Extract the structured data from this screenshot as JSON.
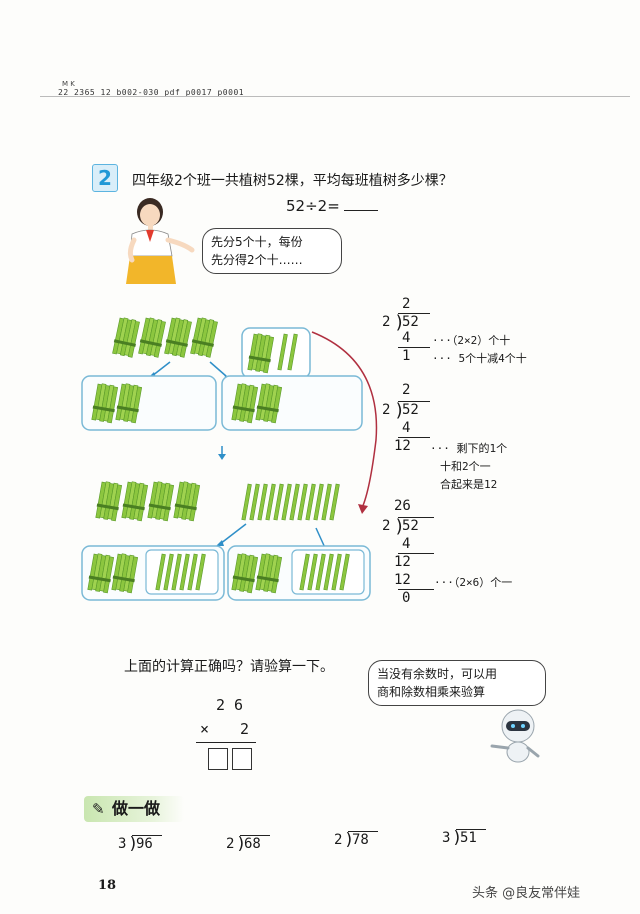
{
  "header": {
    "mk": "M K",
    "code": "22_2365_12_b002-030_pdf_p0017_p0001"
  },
  "problem": {
    "number": "2",
    "question": "四年级2个班一共植树52棵，平均每班植树多少棵？",
    "equation": "52÷2=",
    "hint": [
      "先分5个十，每份",
      "先分得2个十……"
    ]
  },
  "division_steps": {
    "step1": {
      "quotient": "2",
      "divisor": "2",
      "dividend": "52",
      "rows": [
        "4",
        "1"
      ],
      "notes": [
        "···（2×2）个十",
        "··· 5个十减4个十"
      ]
    },
    "step2": {
      "quotient": "2",
      "divisor": "2",
      "dividend": "52",
      "rows": [
        "4",
        "12"
      ],
      "notes": [
        "··· 剩下的1个",
        "十和2个一",
        "合起来是12"
      ]
    },
    "step3": {
      "quotient": "26",
      "divisor": "2",
      "dividend": "52",
      "rows": [
        "4",
        "12",
        "12",
        "0"
      ],
      "notes": [
        "···（2×6）个一"
      ]
    }
  },
  "verify": {
    "prompt": "上面的计算正确吗？请验算一下。",
    "robot_hint": [
      "当没有余数时，可以用",
      "商和除数相乘来验算"
    ],
    "multiplicand": "2 6",
    "operator": "×",
    "multiplier": "2"
  },
  "practice": {
    "title": "做一做",
    "items": [
      {
        "divisor": "3",
        "dividend": "96"
      },
      {
        "divisor": "2",
        "dividend": "68"
      },
      {
        "divisor": "2",
        "dividend": "78"
      },
      {
        "divisor": "3",
        "dividend": "51"
      }
    ]
  },
  "footer": {
    "page_number": "18",
    "watermark": "头条 @良友常伴娃"
  },
  "colors": {
    "stick_green": "#8cc63f",
    "stick_dark": "#5a9a2a",
    "panel_border": "#7ab9d6",
    "badge_blue": "#2098d6",
    "arrow_blue": "#2f8fc8",
    "arrow_red": "#b03040"
  }
}
